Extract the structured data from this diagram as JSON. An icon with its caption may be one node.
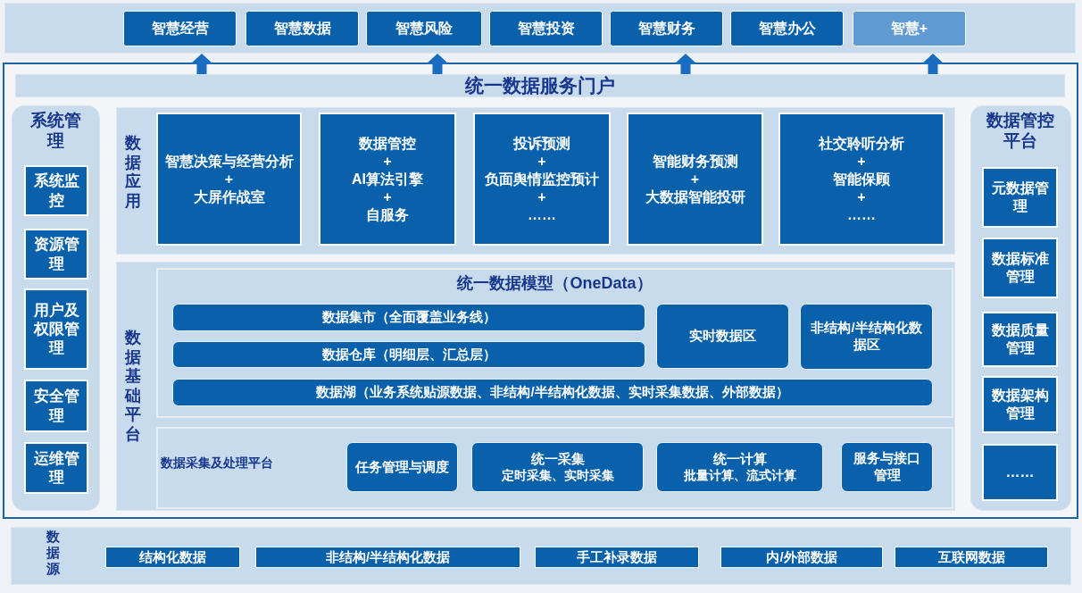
{
  "diagram": {
    "nodes": [
      {
        "text": [],
        "shape": "box"
      },
      {
        "text": [
          "智慧经营"
        ],
        "in": 0
      },
      {
        "text": [
          "智慧数据"
        ],
        "in": 0
      },
      {
        "text": [
          "智慧风险"
        ],
        "in": 0
      },
      {
        "text": [
          "智慧投资"
        ],
        "in": 0
      },
      {
        "text": [
          "智慧财务"
        ],
        "in": 0
      },
      {
        "text": [
          "智慧办公"
        ],
        "in": 0
      },
      {
        "text": [
          "智慧+"
        ],
        "in": 0
      },
      {
        "text": [],
        "shape": "box"
      },
      {
        "text": [
          "统一数据服务门户"
        ],
        "in": 8
      },
      {
        "text": [
          "系统管理"
        ],
        "in": 8
      },
      {
        "text": [
          "系统监控"
        ],
        "in": 10
      },
      {
        "text": [
          "资源管理"
        ],
        "in": 10
      },
      {
        "text": [
          "用户及权限管理"
        ],
        "in": 10
      },
      {
        "text": [
          "安全管理"
        ],
        "in": 10
      },
      {
        "text": [
          "运维管理"
        ],
        "in": 10
      },
      {
        "text": [
          "数据应用"
        ],
        "in": 8
      },
      {
        "text": [
          "智慧决策与经营分析",
          "+",
          "大屏作战室"
        ],
        "in": 16
      },
      {
        "text": [
          "数据管控",
          "+",
          "AI算法引擎",
          "+",
          "自服务"
        ],
        "in": 16
      },
      {
        "text": [
          "投诉预测",
          "+",
          "负面舆情监控预计",
          "+",
          "……"
        ],
        "in": 16
      },
      {
        "text": [
          "智能财务预测",
          "+",
          "大数据智能投研"
        ],
        "in": 16
      },
      {
        "text": [
          "社交聆听分析",
          "+",
          "智能保顾",
          "+",
          "……"
        ],
        "in": 16
      },
      {
        "text": [
          "数据基础平台"
        ],
        "in": 8
      },
      {
        "text": [
          "统一数据模型（OneData）"
        ],
        "in": 22
      },
      {
        "text": [
          "数据集市（全面覆盖业务线）"
        ],
        "in": 23
      },
      {
        "text": [
          "实时数据区"
        ],
        "in": 23
      },
      {
        "text": [
          "非结构/半结构化数据区"
        ],
        "in": 23
      },
      {
        "text": [
          "数据仓库（明细层、汇总层）"
        ],
        "in": 23
      },
      {
        "text": [
          "数据湖（业务系统贴源数据、非结构/半结构化数据、实时采集数据、外部数据）"
        ],
        "in": 23
      },
      {
        "text": [
          "数据采集及处理平台"
        ],
        "in": 22
      },
      {
        "text": [
          "任务管理与调度"
        ],
        "in": 29
      },
      {
        "text": [
          "统一采集",
          "定时采集、实时采集"
        ],
        "in": 29
      },
      {
        "text": [
          "统一计算",
          "批量计算、流式计算"
        ],
        "in": 29
      },
      {
        "text": [
          "服务与接口管理"
        ],
        "in": 29
      },
      {
        "text": [
          "数据管控平台"
        ],
        "in": 8
      },
      {
        "text": [
          "元数据管理"
        ],
        "in": 34
      },
      {
        "text": [
          "数据标准管理"
        ],
        "in": 34
      },
      {
        "text": [
          "数据质量管理"
        ],
        "in": 34
      },
      {
        "text": [
          "数据架构管理"
        ],
        "in": 34
      },
      {
        "text": [
          "……"
        ],
        "in": 34
      },
      {
        "text": [
          "数据源"
        ]
      },
      {
        "text": [
          "结构化数据"
        ],
        "in": 40
      },
      {
        "text": [
          "非结构/半结构化数据"
        ],
        "in": 40
      },
      {
        "text": [
          "手工补录数据"
        ],
        "in": 40
      },
      {
        "text": [
          "内/外部数据"
        ],
        "in": 40
      },
      {
        "text": [
          "互联网数据"
        ],
        "in": 40
      }
    ],
    "edges": [
      {
        "from": 9,
        "to": 0,
        "arrow": "to"
      },
      {
        "from": 9,
        "to": 0,
        "arrow": "to"
      },
      {
        "from": 9,
        "to": 0,
        "arrow": "to"
      },
      {
        "from": 9,
        "to": 0,
        "arrow": "to"
      }
    ]
  }
}
